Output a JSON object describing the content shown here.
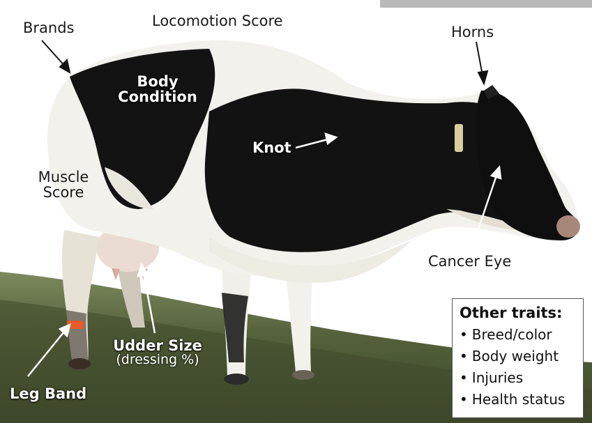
{
  "labels": {
    "brands": "Brands",
    "locomotion_score": "Locomotion Score",
    "horns": "Horns",
    "body_condition_line1": "Body",
    "body_condition_line2": "Condition",
    "knot": "Knot",
    "muscle_score_line1": "Muscle",
    "muscle_score_line2": "Score",
    "cancer_eye": "Cancer Eye",
    "udder_size": "Udder Size",
    "udder_size_note": "(dressing %)",
    "leg_band": "Leg Band"
  },
  "other_traits": {
    "title": "Other traits:",
    "items": [
      "Breed/color",
      "Body weight",
      "Injuries",
      "Health status"
    ]
  },
  "colors": {
    "label_dark": "#1a1a1a",
    "label_light": "#ffffff",
    "cow_black": "#111111",
    "cow_white": "#f3f1ec",
    "grass": "#4d5c37"
  }
}
